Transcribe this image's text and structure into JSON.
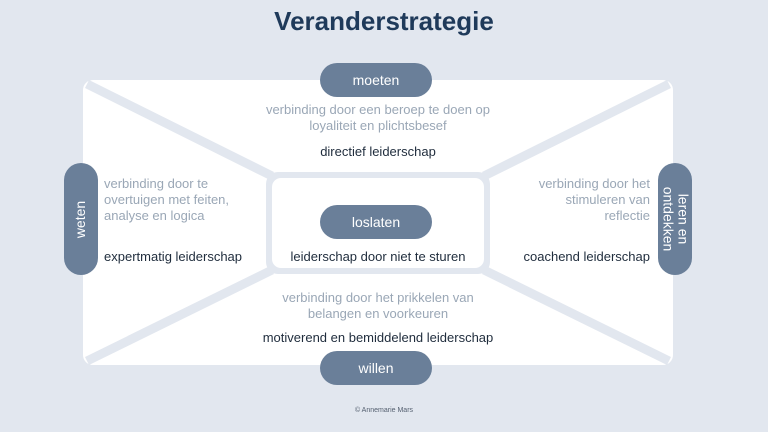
{
  "title": "Veranderstrategie",
  "top": {
    "pill": "moeten",
    "description": "verbinding door een beroep te doen op loyaliteit en plichtsbesef",
    "style": "directief leiderschap"
  },
  "left": {
    "pill": "weten",
    "description": "verbinding door te overtuigen met feiten, analyse en logica",
    "style": "expertmatig leiderschap"
  },
  "right": {
    "pill": "leren en ontdekken",
    "description": "verbinding door het stimuleren van reflectie",
    "style": "coachend leiderschap"
  },
  "bottom": {
    "pill": "willen",
    "description": "verbinding door het prikkelen van belangen en voorkeuren",
    "style": "motiverend en bemiddelend leiderschap"
  },
  "center": {
    "pill": "loslaten",
    "style": "leiderschap door niet te sturen"
  },
  "credit": "© Annemarie Mars",
  "colors": {
    "background": "#e2e7ef",
    "panel": "#ffffff",
    "pill": "#6a7f99",
    "title": "#1f3a5a",
    "muted_text": "#9aa7b6",
    "dark_text": "#1f2c3c"
  }
}
